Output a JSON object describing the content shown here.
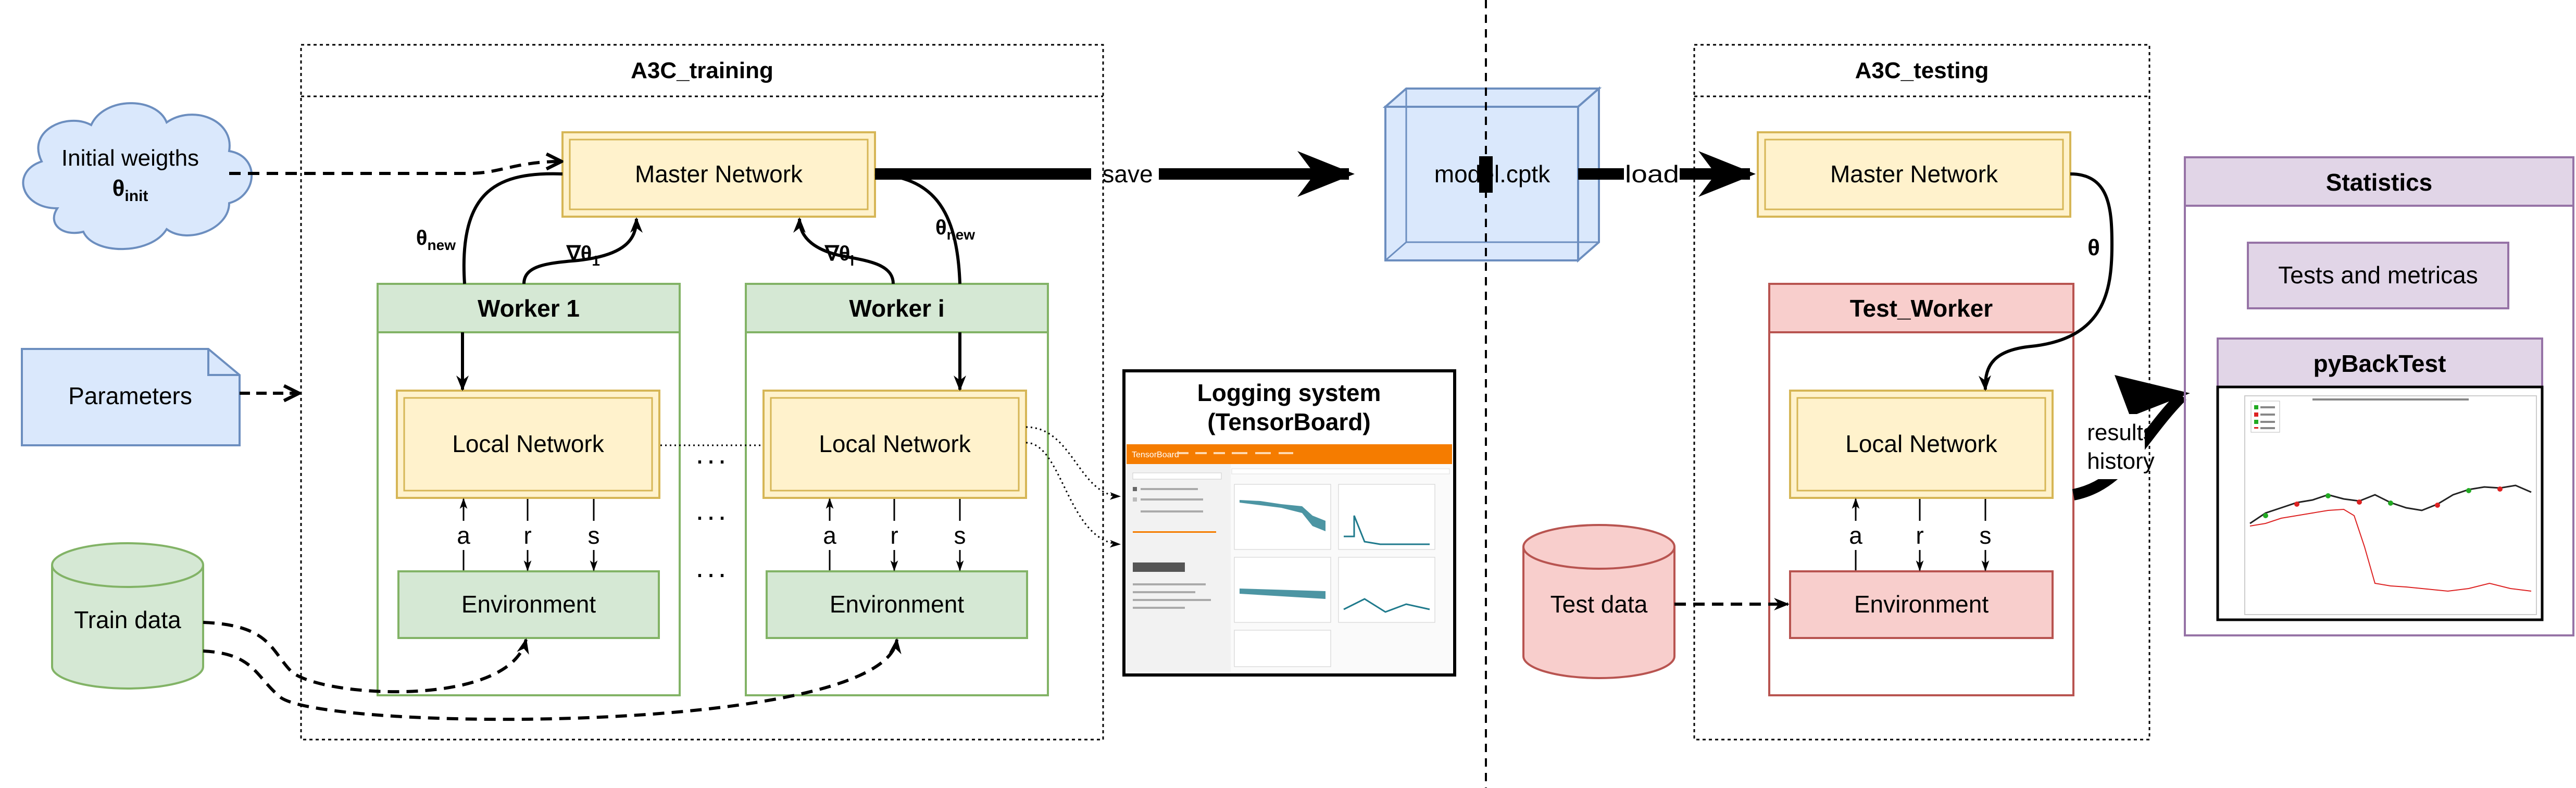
{
  "training": {
    "title": "A3C_training",
    "master": "Master Network",
    "worker1": "Worker 1",
    "workeri": "Worker i",
    "local": "Local Network",
    "environment": "Environment",
    "a": "a",
    "r": "r",
    "s": "s",
    "ellipsis": "...",
    "theta": "θ",
    "theta_new_sub": "new",
    "nabla_theta": "∇θ",
    "sub_1": "1",
    "sub_i": "i"
  },
  "initial": {
    "line1": "Initial weigths",
    "theta": "θ",
    "sub": "init"
  },
  "parameters": "Parameters",
  "train_data": "Train data",
  "test_data": "Test data",
  "save_label": "save",
  "load_label": "load",
  "model": "model.cptk",
  "logging": {
    "line1": "Logging system",
    "line2": "(TensorBoard)",
    "app_name": "TensorBoard"
  },
  "testing": {
    "title": "A3C_testing",
    "master": "Master Network",
    "worker": "Test_Worker",
    "local": "Local Network",
    "environment": "Environment",
    "a": "a",
    "r": "r",
    "s": "s",
    "theta": "θ"
  },
  "results": {
    "line1": "results",
    "line2": "history"
  },
  "statistics": {
    "title": "Statistics",
    "metrics": "Tests and metricas",
    "pybacktest": "pyBackTest"
  },
  "colors": {
    "yellow_fill": "#fff2cc",
    "yellow_border": "#d6b656",
    "green_fill": "#d5e8d4",
    "green_border": "#82b366",
    "blue_fill": "#dae8fc",
    "blue_border": "#6c8ebf",
    "red_fill": "#f8cecc",
    "red_border": "#b85450",
    "purple_fill": "#e1d5e7",
    "purple_border": "#9673a6",
    "tensorboard_orange": "#f57c00"
  }
}
